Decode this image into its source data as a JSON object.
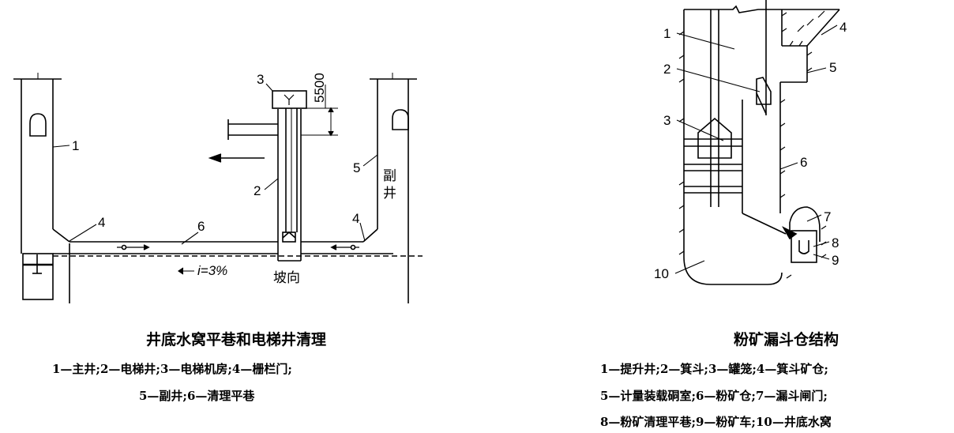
{
  "left_figure": {
    "labels": {
      "n1": "1",
      "n2": "2",
      "n3": "3",
      "n4a": "4",
      "n4b": "4",
      "n5": "5",
      "n6": "6",
      "dim": "5500",
      "fu": "副",
      "jing": "井",
      "slope_dir": "坡向",
      "gradient": "i=3%"
    },
    "title": "井底水窝平巷和电梯井清理",
    "legend": [
      "1—主井;2—电梯井;3—电梯机房;4—栅栏门;",
      "5—副井;6—清理平巷"
    ]
  },
  "right_figure": {
    "labels": {
      "n1": "1",
      "n2": "2",
      "n3": "3",
      "n4": "4",
      "n5": "5",
      "n6": "6",
      "n7": "7",
      "n8": "8",
      "n9": "9",
      "n10": "10"
    },
    "title": "粉矿漏斗仓结构",
    "legend": [
      "1—提升井;2—箕斗;3—罐笼;4—箕斗矿仓;",
      "5—计量装载硐室;6—粉矿仓;7—漏斗闸门;",
      "8—粉矿清理平巷;9—粉矿车;10—井底水窝"
    ]
  }
}
